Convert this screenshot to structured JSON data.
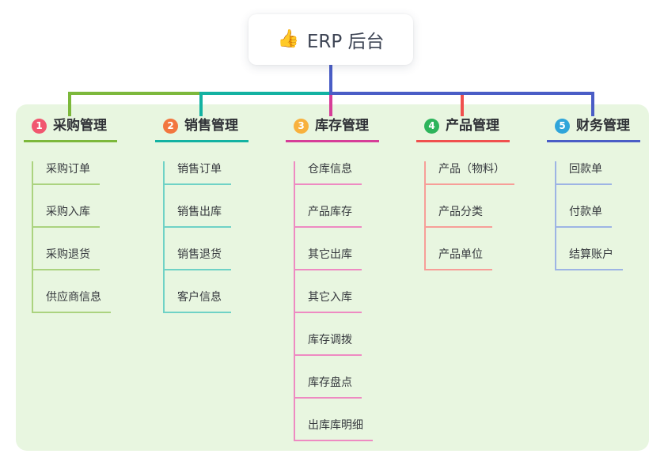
{
  "root": {
    "icon": "👍",
    "label": "ERP 后台"
  },
  "canvas": {
    "background": "#ffffff",
    "panel_color": "#e8f6e0"
  },
  "branches": [
    {
      "num": "1",
      "title": "采购管理",
      "badge_color": "#f1566f",
      "line_color": "#7cb83b",
      "child_line_color": "#abd37f",
      "children": [
        "采购订单",
        "采购入库",
        "采购退货",
        "供应商信息"
      ]
    },
    {
      "num": "2",
      "title": "销售管理",
      "badge_color": "#f2763f",
      "line_color": "#13b2a2",
      "child_line_color": "#6fd2c6",
      "children": [
        "销售订单",
        "销售出库",
        "销售退货",
        "客户信息"
      ]
    },
    {
      "num": "3",
      "title": "库存管理",
      "badge_color": "#f8b13d",
      "line_color": "#d63d98",
      "child_line_color": "#ee8ac2",
      "children": [
        "仓库信息",
        "产品库存",
        "其它出库",
        "其它入库",
        "库存调拨",
        "库存盘点",
        "出库库明细"
      ]
    },
    {
      "num": "4",
      "title": "产品管理",
      "badge_color": "#2db45b",
      "line_color": "#f0504e",
      "child_line_color": "#f79e98",
      "children": [
        "产品（物料）",
        "产品分类",
        "产品单位"
      ]
    },
    {
      "num": "5",
      "title": "财务管理",
      "badge_color": "#2fa5da",
      "line_color": "#4a5dc6",
      "child_line_color": "#9db4e4",
      "children": [
        "回款单",
        "付款单",
        "结算账户"
      ]
    }
  ]
}
